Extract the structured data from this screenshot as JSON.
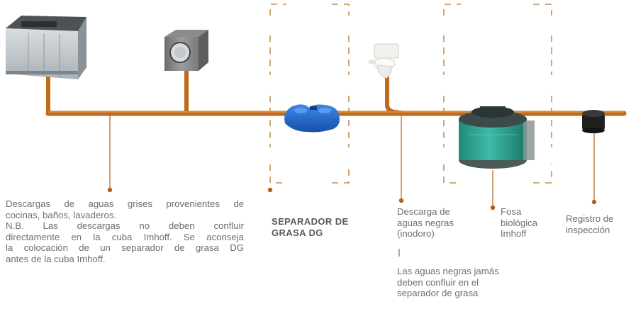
{
  "colors": {
    "pipe": "#c06a1c",
    "pipe_dark": "#8f4a10",
    "dash": "#b8772e",
    "grease_separator": "#1f66c8",
    "imhoff_tank": "#2aa08e",
    "text": "#6e6e6e"
  },
  "icons": [
    "sink-cabinet",
    "washing-machine",
    "toilet",
    "grease-separator-tank",
    "imhoff-tank",
    "inspection-chamber"
  ],
  "labels": {
    "greywater": {
      "lines": [
        "Descargas de aguas grises provenientes de",
        "cocinas, baños, lavaderos.",
        "N.B. Las descargas no deben confluir",
        "directamente en la cuba Imhoff. Se aconseja",
        "la colocación de un separador de grasa DG",
        "antes de la cuba Imhoff."
      ]
    },
    "separator": {
      "lines": [
        "SEPARADOR DE",
        "GRASA DG"
      ]
    },
    "blackwater": {
      "lines": [
        "Descarga de",
        "aguas negras",
        "(inodoro)"
      ]
    },
    "blackwater_note": {
      "lines": [
        "Las aguas negras jamás",
        "deben confluir en el",
        "separador de grasa"
      ]
    },
    "imhoff": {
      "lines": [
        "Fosa",
        "biológica",
        "Imhoff"
      ]
    },
    "inspection": {
      "lines": [
        "Registro de",
        "inspección"
      ]
    }
  }
}
